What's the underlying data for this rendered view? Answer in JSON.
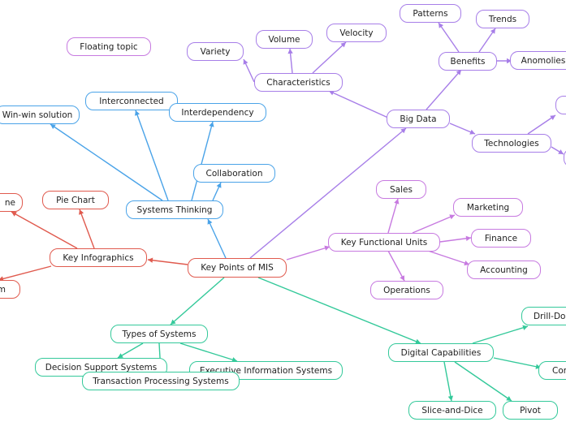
{
  "colors": {
    "root": "#e05a4e",
    "big_data": "#a77ee8",
    "systems_thinking": "#4aa3e8",
    "infographics": "#e05a4e",
    "types_of_systems": "#34c99a",
    "functional_units": "#c77ae0",
    "floating": "#c77ae0"
  },
  "root": {
    "label": "Key Points of MIS"
  },
  "floating_topic": {
    "label": "Floating topic"
  },
  "big_data": {
    "label": "Big Data",
    "characteristics": {
      "label": "Characteristics",
      "items": [
        "Variety",
        "Volume",
        "Velocity"
      ]
    },
    "benefits": {
      "label": "Benefits",
      "items": [
        "Patterns",
        "Trends",
        "Anomolies"
      ]
    },
    "technologies": {
      "label": "Technologies"
    }
  },
  "systems_thinking": {
    "label": "Systems Thinking",
    "items": [
      "Win-win solution",
      "Interconnected",
      "Interdependency",
      "Collaboration"
    ]
  },
  "infographics": {
    "label": "Key Infographics",
    "items": [
      "Pie Chart",
      "ne",
      "m"
    ]
  },
  "functional_units": {
    "label": "Key Functional Units",
    "items": [
      "Sales",
      "Marketing",
      "Finance",
      "Accounting",
      "Operations"
    ]
  },
  "types_of_systems": {
    "label": "Types of Systems",
    "items": [
      "Decision Support Systems",
      "Executive Information Systems",
      "Transaction Processing Systems"
    ]
  },
  "digital_capabilities": {
    "label": "Digital Capabilities",
    "items": [
      "Drill-Do",
      "Con",
      "Pivot",
      "Slice-and-Dice"
    ]
  }
}
